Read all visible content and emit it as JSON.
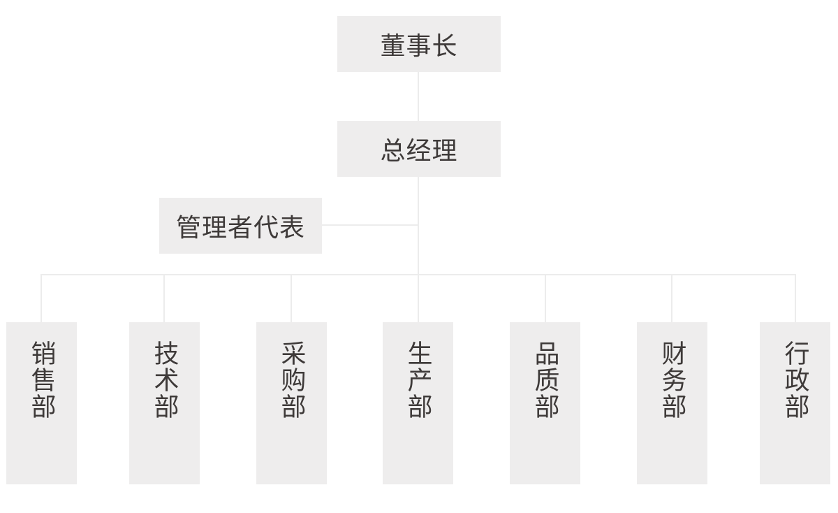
{
  "palette": {
    "background": "#ffffff",
    "box_fill": "#eeeded",
    "line": "#ececec",
    "ink": "#3e3a39"
  },
  "org_chart": {
    "chairman": {
      "label": "董事长"
    },
    "general_manager": {
      "label": "总经理"
    },
    "management_rep": {
      "label": "管理者代表"
    },
    "departments": [
      {
        "label": "销售部"
      },
      {
        "label": "技术部"
      },
      {
        "label": "采购部"
      },
      {
        "label": "生产部"
      },
      {
        "label": "品质部"
      },
      {
        "label": "财务部"
      },
      {
        "label": "行政部"
      }
    ]
  }
}
